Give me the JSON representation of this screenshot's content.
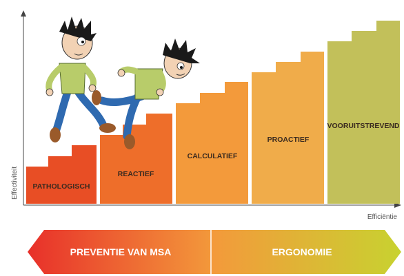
{
  "axes": {
    "y_label": "Effectiviteit",
    "x_label": "Efficiëntie"
  },
  "steps": [
    {
      "label": "PATHOLOGISCH",
      "color": "#e84e25"
    },
    {
      "label": "REACTIEF",
      "color": "#ee6e2a"
    },
    {
      "label": "CALCULATIEF",
      "color": "#f39a3b"
    },
    {
      "label": "PROACTIEF",
      "color": "#f0ac4a"
    },
    {
      "label": "VOORUITSTREVEND",
      "color": "#c2c05a"
    }
  ],
  "band": {
    "left_label": "PREVENTIE VAN MSA",
    "right_label": "ERGONOMIE",
    "gradient": [
      "#e8302a",
      "#f39a3b",
      "#c8d230"
    ]
  },
  "illustration": {
    "icons": [
      "running-boy-icon",
      "walking-boy-icon"
    ],
    "colors": {
      "shirt": "#b8cc6a",
      "pants": "#2f6ab0",
      "shoes": "#9a5a2a",
      "hair": "#1a1a1a"
    }
  }
}
